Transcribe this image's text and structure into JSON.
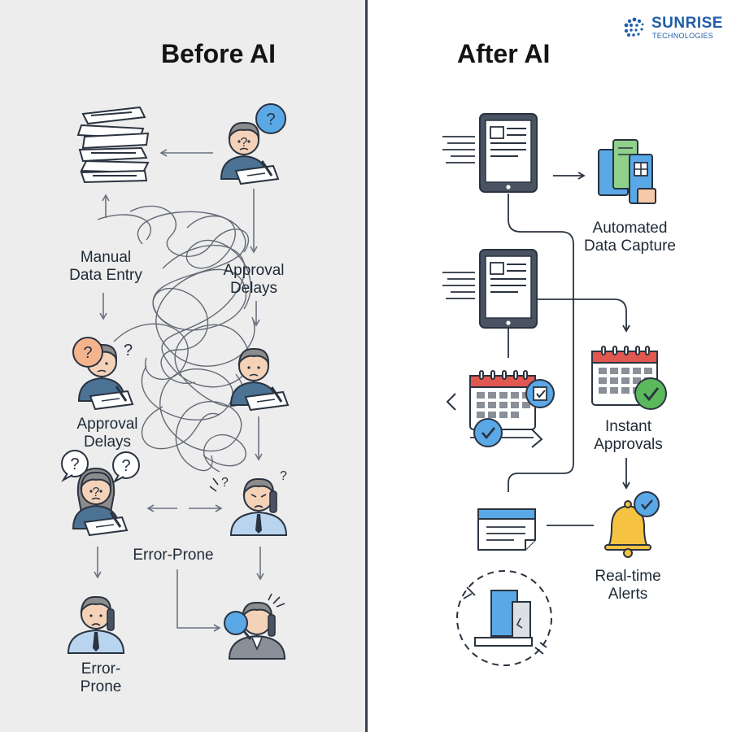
{
  "brand": {
    "name": "SUNRISE",
    "tagline": "TECHNOLOGIES"
  },
  "before": {
    "title": "Before AI",
    "labels": {
      "manual_data_entry": "Manual\nData Entry",
      "approval_delays_1": "Approval\nDelays",
      "approval_delays_2": "Approval\nDelays",
      "error_prone_1": "Error-Prone",
      "error_prone_2": "Error-\nProne"
    }
  },
  "after": {
    "title": "After AI",
    "labels": {
      "automated_data_capture": "Automated\nData Capture",
      "instant_approvals": "Instant\nApprovals",
      "realtime_alerts": "Real-time\nAlerts"
    }
  },
  "colors": {
    "left_background": "#ededed",
    "divider": "#3a4250",
    "brand_blue": "#1f5ea8",
    "accent_blue": "#5aa8e6",
    "alert_yellow": "#f5c242",
    "success_green": "#5cb85c",
    "calendar_red": "#e0584f",
    "confused_orange": "#f6b48e"
  },
  "icons": [
    "paper-stack-icon",
    "confused-person-icon",
    "question-bubble-icon",
    "tablet-document-icon",
    "data-capture-cards-icon",
    "calendar-icon",
    "checkmark-icon",
    "bell-icon",
    "notification-card-icon",
    "broken-device-icon"
  ]
}
